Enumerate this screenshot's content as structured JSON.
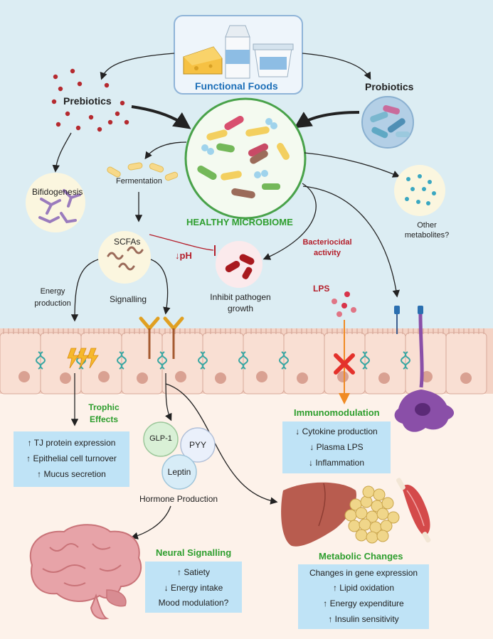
{
  "functional_foods": "Functional Foods",
  "prebiotics": "Prebiotics",
  "probiotics": "Probiotics",
  "bifidogenesis": "Bifidogenesis",
  "fermentation": "Fermentation",
  "healthy_microbiome": "HEALTHY MICROBIOME",
  "other_metabolites": "Other metabolites?",
  "scfas": "SCFAs",
  "ph": "↓pH",
  "bacteriocidal": "Bacteriocidal activity",
  "inhibit_pathogen": "Inhibit pathogen growth",
  "energy_production": "Energy production",
  "signalling": "Signalling",
  "lps": "LPS",
  "trophic_effects": "Trophic Effects",
  "trophic_box": [
    "↑ TJ protein expression",
    "↑ Epithelial cell turnover",
    "↑ Mucus secretion"
  ],
  "hormones": [
    "GLP-1",
    "PYY",
    "Leptin"
  ],
  "hormone_production": "Hormone Production",
  "immunomodulation": "Immunomodulation",
  "immuno_box": [
    "↓ Cytokine production",
    "↓ Plasma LPS",
    "↓ Inflammation"
  ],
  "neural_signalling": "Neural Signalling",
  "neural_box": [
    "↑ Satiety",
    "↓ Energy intake",
    "Mood modulation?"
  ],
  "metabolic_changes": "Metabolic Changes",
  "metabolic_box": [
    "Changes in gene expression",
    "↑ Lipid oxidation",
    "↑ Energy expenditure",
    "↑ Insulin sensitivity"
  ]
}
